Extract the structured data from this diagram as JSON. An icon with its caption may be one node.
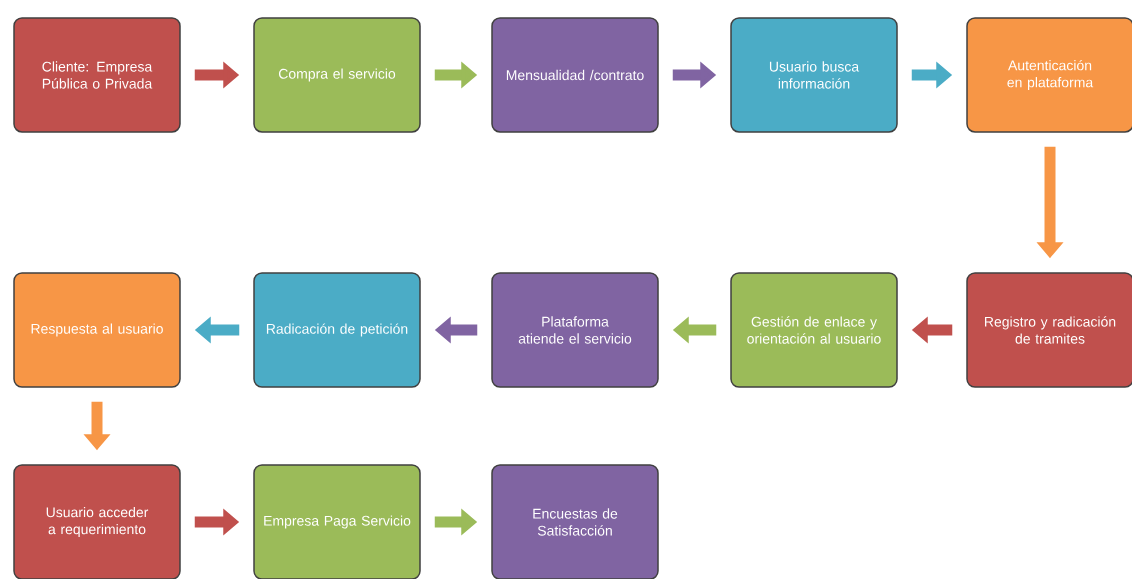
{
  "diagram": {
    "nodes": [
      {
        "text": [
          "Cliente: Empresa Pública o Privada"
        ]
      },
      {
        "text": [
          "Compra el servicio"
        ]
      },
      {
        "text": [
          "Mensualidad /contrato"
        ]
      },
      {
        "text": [
          "Usuario busca información"
        ]
      },
      {
        "text": [
          "Autenticación en plataforma"
        ]
      },
      {
        "text": [
          "Registro y radicación de tramites"
        ]
      },
      {
        "text": [
          "Gestión de enlace y orientación al usuario"
        ]
      },
      {
        "text": [
          "Plataforma atiende el servicio"
        ]
      },
      {
        "text": [
          "Radicación de petición"
        ]
      },
      {
        "text": [
          "Respuesta al usuario"
        ]
      },
      {
        "text": [
          "Usuario acceder a requerimiento"
        ]
      },
      {
        "text": [
          "Empresa Paga Servicio"
        ]
      },
      {
        "text": [
          "Encuestas de Satisfacción"
        ]
      }
    ],
    "edges": [
      {
        "from": 0,
        "to": 1,
        "arrow": "to",
        "color": "#c0504d"
      },
      {
        "from": 1,
        "to": 2,
        "arrow": "to",
        "color": "#9bbb59"
      },
      {
        "from": 2,
        "to": 3,
        "arrow": "to",
        "color": "#8064a2"
      },
      {
        "from": 3,
        "to": 4,
        "arrow": "to",
        "color": "#4bacc6"
      },
      {
        "from": 4,
        "to": 5,
        "arrow": "to",
        "color": "#f79646"
      },
      {
        "from": 5,
        "to": 6,
        "arrow": "to",
        "color": "#c0504d"
      },
      {
        "from": 6,
        "to": 7,
        "arrow": "to",
        "color": "#9bbb59"
      },
      {
        "from": 7,
        "to": 8,
        "arrow": "to",
        "color": "#8064a2"
      },
      {
        "from": 8,
        "to": 9,
        "arrow": "to",
        "color": "#4bacc6"
      },
      {
        "from": 9,
        "to": 10,
        "arrow": "to",
        "color": "#f79646"
      },
      {
        "from": 10,
        "to": 11,
        "arrow": "to",
        "color": "#c0504d"
      },
      {
        "from": 11,
        "to": 12,
        "arrow": "to",
        "color": "#9bbb59"
      }
    ]
  }
}
